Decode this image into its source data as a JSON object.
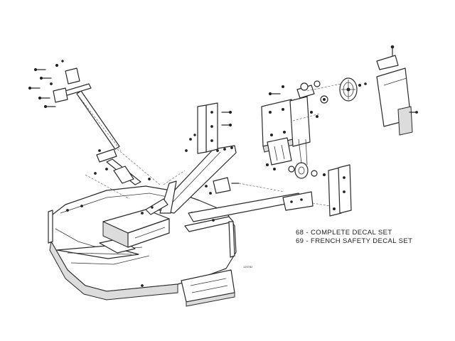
{
  "legend": {
    "items": [
      {
        "number": "68",
        "separator": " - ",
        "label": "COMPLETE DECAL SET"
      },
      {
        "number": "69",
        "separator": " - ",
        "label": "FRENCH SAFETY DECAL SET"
      }
    ]
  },
  "drawing_number": "125782",
  "colors": {
    "ink": "#2a2a2a",
    "background": "#ffffff"
  }
}
